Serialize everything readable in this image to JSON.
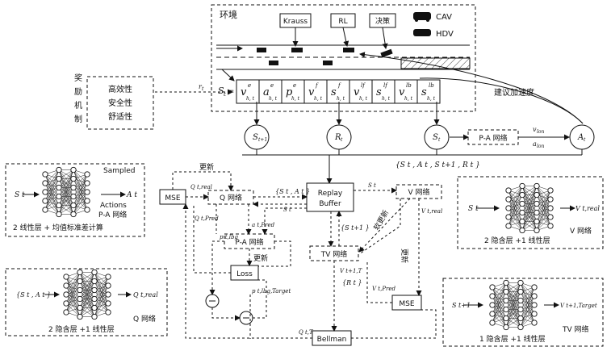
{
  "environment": {
    "title": "环境",
    "krauss": "Krauss",
    "rl": "RL",
    "decision": "决策",
    "legend_cav": "CAV",
    "legend_hdv": "HDV"
  },
  "state": {
    "label": "S",
    "label_sub": "t",
    "cells": [
      {
        "main": "v",
        "sup": "e",
        "sub": "h, t"
      },
      {
        "main": "a",
        "sup": "e",
        "sub": "h, t"
      },
      {
        "main": "p",
        "sup": "e",
        "sub": "h, t"
      },
      {
        "main": "v",
        "sup": "f",
        "sub": "h, t"
      },
      {
        "main": "s",
        "sup": "f",
        "sub": "h, t"
      },
      {
        "main": "v",
        "sup": "lf",
        "sub": "h, t"
      },
      {
        "main": "s",
        "sup": "lf",
        "sub": "h, t"
      },
      {
        "main": "v",
        "sup": "lb",
        "sub": "h, t"
      },
      {
        "main": "s",
        "sup": "lb",
        "sub": "h, t"
      }
    ]
  },
  "reward": {
    "label": "奖励机制",
    "items": [
      "高效性",
      "安全性",
      "舒适性"
    ],
    "r_label": "r",
    "r_sub": "t"
  },
  "advice": "建议加速度",
  "nodes": {
    "s_next": "S",
    "s_next_sub": "t+1",
    "r": "R",
    "r_sub": "t",
    "s": "S",
    "s_sub": "t",
    "a": "A",
    "a_sub": "t"
  },
  "pa_net_top": "P-A 网络",
  "v_lon": "v",
  "v_lon_sub": "lon",
  "a_lon": "a",
  "a_lon_sub": "lon",
  "transition": "{S",
  "transition_text": "{S t , A t , S t+1 , R t }",
  "update": "更新",
  "soft_update": "软更新",
  "replay": {
    "line1": "Replay",
    "line2": "Buffer"
  },
  "boxes": {
    "mse1": "MSE",
    "mse2": "MSE",
    "q_net": "Q 网络",
    "v_net": "V 网络",
    "tv_net": "TV 网络",
    "pa_net": "P-A 网络",
    "loss": "Loss",
    "bellman": "Bellman"
  },
  "edge_labels": {
    "sa": "{S t , A t }",
    "q_real": "Q t,real",
    "q_pred": "Q t,Pred",
    "a_pred": "a t,Pred",
    "s_t": "S t",
    "s_t2": "S t",
    "p_lbg": "p t,lbg",
    "p_lbg_target": "p t,lbg,Target",
    "s_next": "{S t+1 }",
    "v_real": "V t,real",
    "v_pred": "V t,Pred",
    "v_next": "V t+1,T",
    "r_t": "{R t }",
    "q_t": "Q t,T",
    "update2": "更新"
  },
  "panels": {
    "pa": {
      "input": "S t",
      "sampled": "Sampled",
      "actions": "Actions",
      "output": "A t",
      "name": "P-A 网络",
      "caption": "2 线性层 + 均值标准差计算"
    },
    "q": {
      "input": "{S t , A t }",
      "output": "Q t,real",
      "name": "Q 网络",
      "caption": "2 隐含层 +1 线性层"
    },
    "v": {
      "input": "S t",
      "output": "V t,real",
      "name": "V 网络",
      "caption": "2 隐含层 +1 线性层"
    },
    "tv": {
      "input": "S t+1",
      "output": "V t+1,Target",
      "name": "TV 网络",
      "caption": "1 隐含层 +1 线性层"
    }
  }
}
